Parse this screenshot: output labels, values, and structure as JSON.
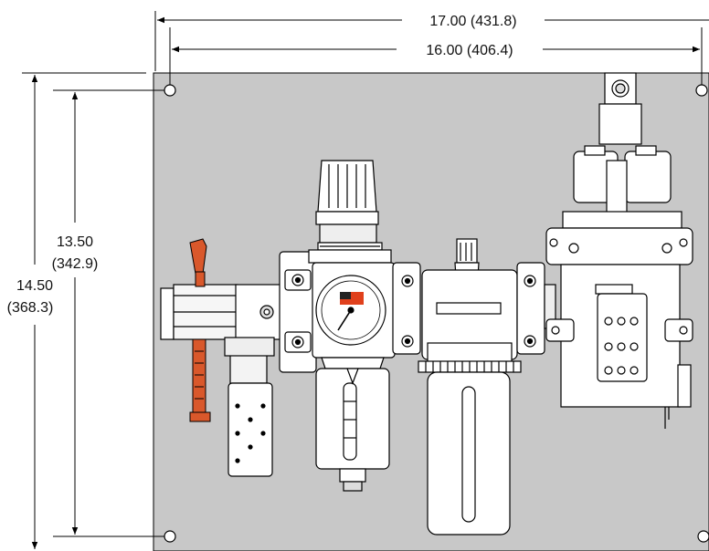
{
  "dimensions": {
    "overall_width": "17.00 (431.8)",
    "hole_width": "16.00 (406.4)",
    "hole_height_in": "13.50",
    "hole_height_mm": "(342.9)",
    "overall_height_in": "14.50",
    "overall_height_mm": "(368.3)"
  },
  "colors": {
    "panel": "#c8c8c8",
    "line": "#000000",
    "handle": "#d9582b",
    "gauge_red": "#e0401c"
  },
  "components": [
    "shutoff-valve",
    "filter-regulator",
    "gauge",
    "lubricator",
    "solenoid-valve",
    "muffler"
  ]
}
